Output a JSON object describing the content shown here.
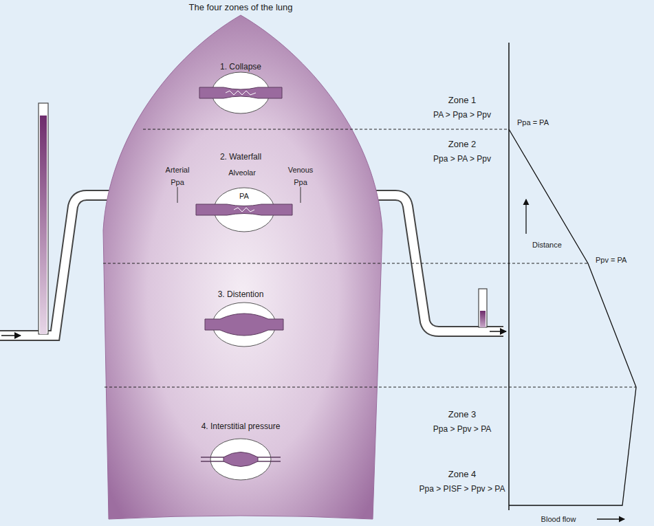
{
  "diagram": {
    "title": "The four zones of the lung",
    "labels": [
      "1. Collapse",
      "Zone 1",
      "PA > Ppa > Ppv",
      "Ppa = PA",
      "2. Waterfall",
      "Zone 2",
      "Ppa > PA > Ppv",
      "Alveolar",
      "Arterial",
      "Venous",
      "PA",
      "Ppa",
      "Ppa",
      "Distance",
      "Ppv = PA",
      "3. Distention",
      "Zone 3",
      "Ppa > Ppv > PA",
      "4. Interstitial pressure",
      "Zone 4",
      "Ppa > PISF > Ppv > PA",
      "Blood flow"
    ]
  }
}
